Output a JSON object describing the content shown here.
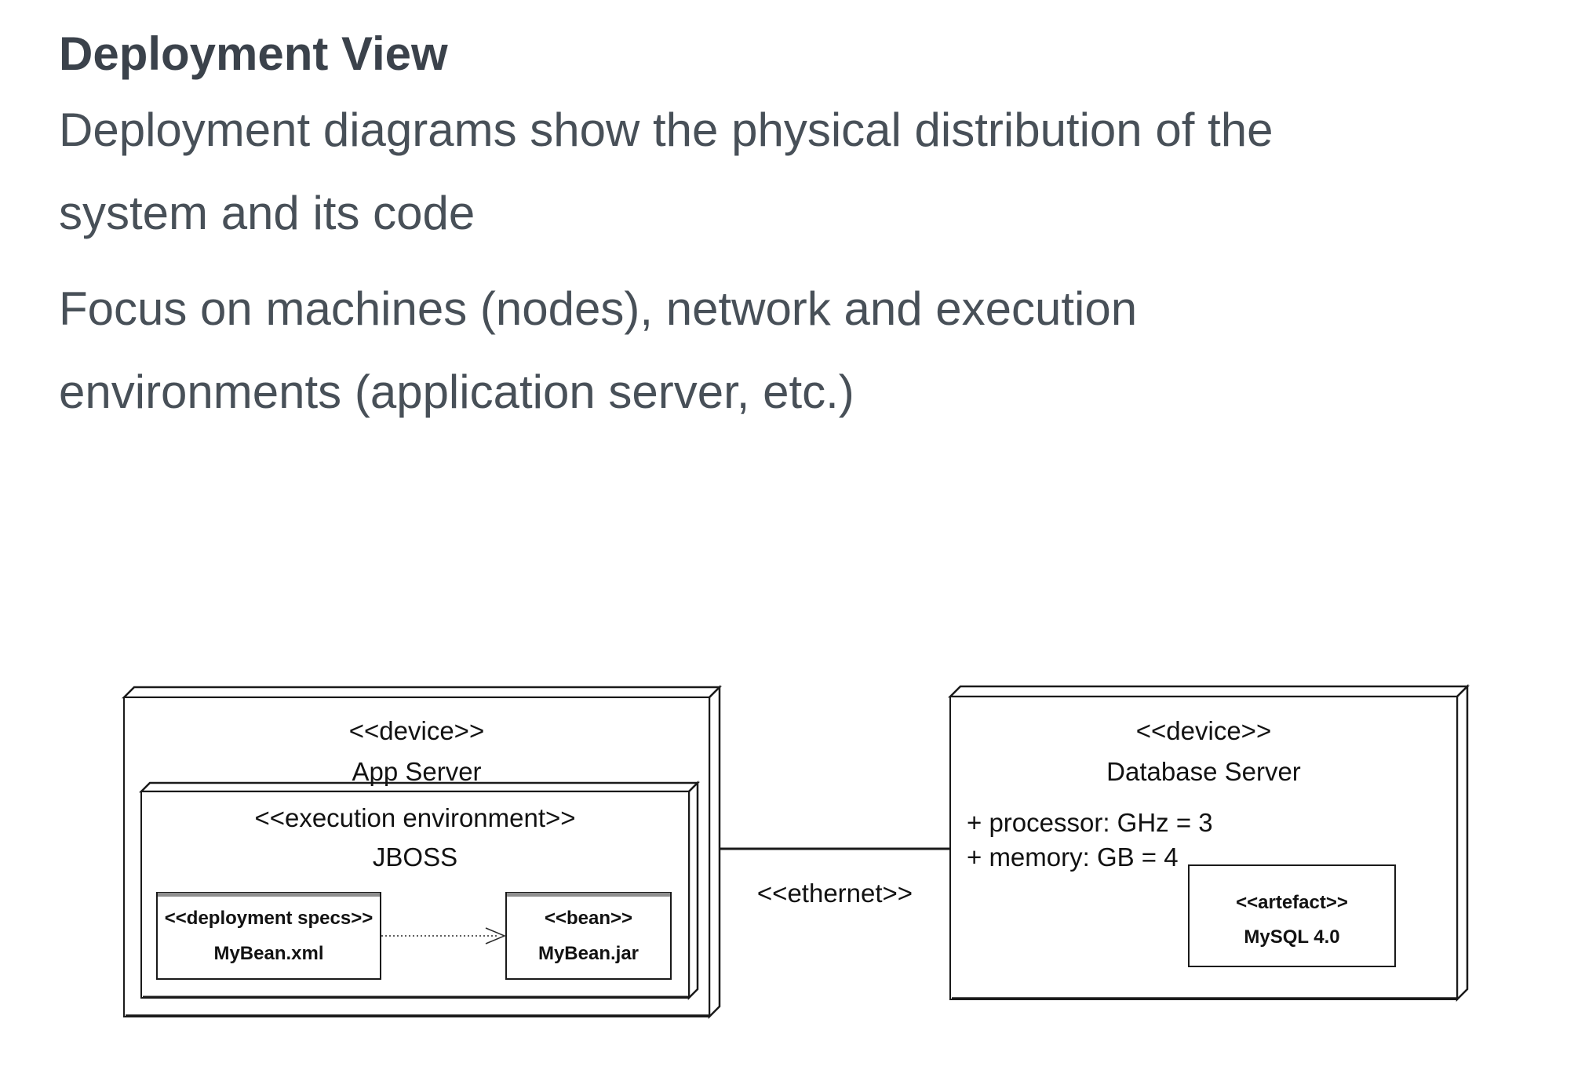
{
  "slide": {
    "title": "Deployment View",
    "paragraphs": [
      {
        "lines": [
          "Deployment diagrams show the physical distribution of the",
          "system and its code"
        ]
      },
      {
        "lines": [
          "Focus on machines (nodes), network and execution",
          "environments (application server, etc.)"
        ]
      }
    ]
  },
  "diagram": {
    "app_server_node": {
      "stereotype": "<<device>>",
      "name": "App Server"
    },
    "jboss_environment": {
      "stereotype": "<<execution environment>>",
      "name": "JBOSS"
    },
    "deployment_specs_artifact": {
      "stereotype": "<<deployment specs>>",
      "name": "MyBean.xml"
    },
    "bean_artifact": {
      "stereotype": "<<bean>>",
      "name": "MyBean.jar"
    },
    "database_server_node": {
      "stereotype": "<<device>>",
      "name": "Database Server",
      "attributes": [
        "+ processor: GHz = 3",
        "+ memory: GB = 4"
      ]
    },
    "mysql_artifact": {
      "stereotype": "<<artefact>>",
      "name": "MySQL 4.0"
    },
    "connection": {
      "label": "<<ethernet>>"
    },
    "colors": {
      "heading_text": "#3b424b",
      "body_text": "#485058",
      "diagram_stroke": "#1a1a1a",
      "artifact_top_edge": "#8f8f8f",
      "background": "#ffffff"
    }
  }
}
